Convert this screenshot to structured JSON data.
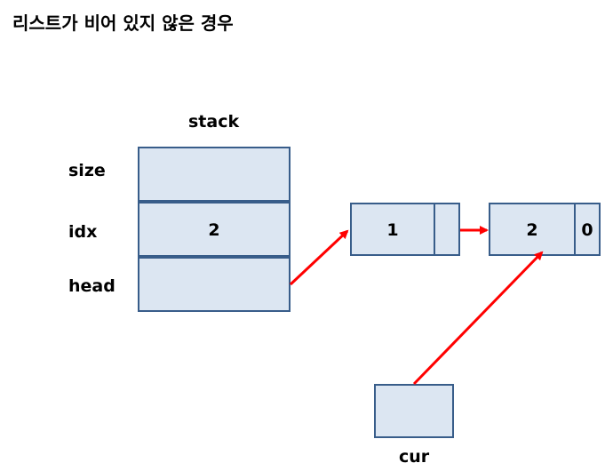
{
  "title": "리스트가 비어 있지 않은 경우",
  "stack": {
    "label": "stack",
    "fields": {
      "size": {
        "label": "size",
        "value": ""
      },
      "idx": {
        "label": "idx",
        "value": "2"
      },
      "head": {
        "label": "head",
        "value": ""
      }
    }
  },
  "nodes": [
    {
      "value": "1",
      "next": ""
    },
    {
      "value": "2",
      "next": "0"
    }
  ],
  "cur": {
    "label": "cur"
  },
  "colors": {
    "box_fill": "#dce6f2",
    "box_border": "#385d8a",
    "arrow": "#ff0000"
  }
}
